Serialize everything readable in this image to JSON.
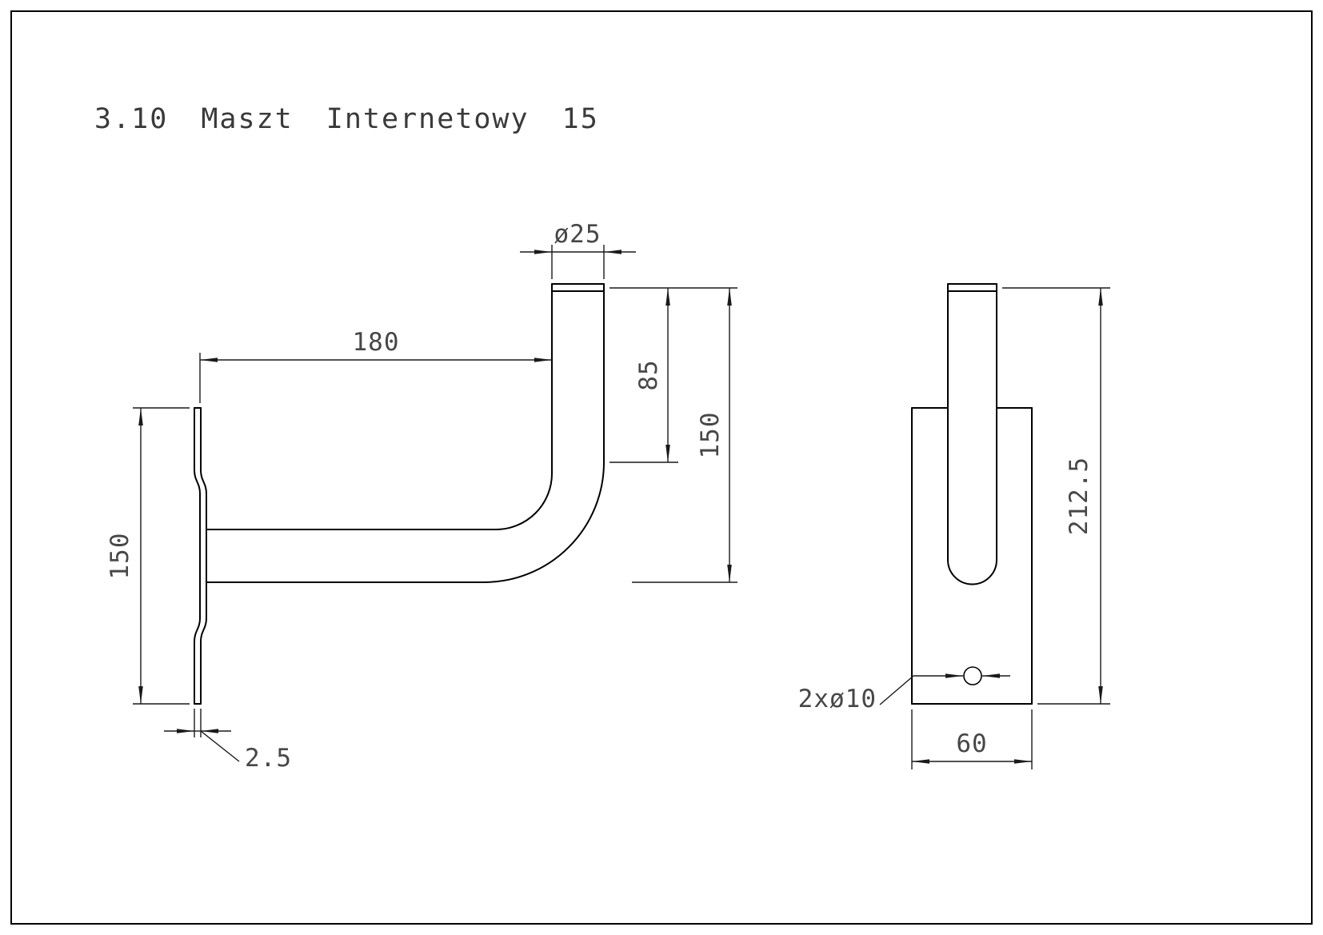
{
  "title": "3.10 Maszt Internetowy 15",
  "drawing": {
    "side_view": {
      "dim_tube_diameter": "ø25",
      "dim_arm_length": "180",
      "dim_riser_height": "85",
      "dim_total_height": "150",
      "dim_plate_height": "150",
      "dim_plate_thickness": "2.5"
    },
    "front_view": {
      "dim_overall_height": "212.5",
      "dim_plate_width": "60",
      "dim_holes_label": "2xø10"
    }
  },
  "colors": {
    "line": "#000000",
    "dimension_text": "#474747",
    "background": "#ffffff"
  }
}
